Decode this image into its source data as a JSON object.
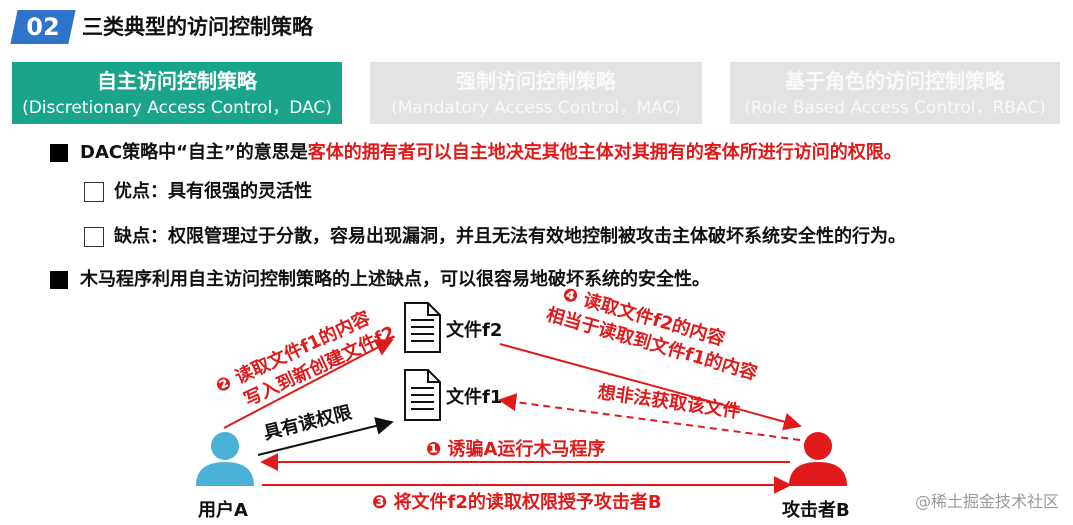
{
  "header": {
    "badge": "02",
    "title": "三类典型的访问控制策略"
  },
  "tabs": [
    {
      "zh": "自主访问控制策略",
      "en": "(Discretionary Access Control，DAC)",
      "active": true
    },
    {
      "zh": "强制访问控制策略",
      "en": "(Mandatory Access Control，MAC)",
      "active": false
    },
    {
      "zh": "基于角色的访问控制策略",
      "en": "(Role Based Access Control，RBAC)",
      "active": false
    }
  ],
  "bullets": {
    "b1_prefix": "DAC策略中“自主”的意思是",
    "b1_red": "客体的拥有者可以自主地决定其他主体对其拥有的客体所进行访问的权限。",
    "pro": "优点：具有很强的灵活性",
    "con": "缺点：权限管理过于分散，容易出现漏洞，并且无法有效地控制被攻击主体破坏系统安全性的行为。",
    "b2": "木马程序利用自主访问控制策略的上述缺点，可以很容易地破坏系统的安全性。"
  },
  "diagram": {
    "file_f2": "文件f2",
    "file_f1": "文件f1",
    "user_a": "用户A",
    "attacker_b": "攻击者B",
    "step2_line1": "❷ 读取文件f1的内容",
    "step2_line2": "写入到新创建文件f2",
    "read_perm": "具有读权限",
    "step4_line1": "❹ 读取文件f2的内容",
    "step4_line2": "相当于读取到文件f1的内容",
    "illegal": "想非法获取该文件",
    "step1": "❶ 诱骗A运行木马程序",
    "step3": "❸ 将文件f2的读取权限授予攻击者B",
    "colors": {
      "red": "#e01a1a",
      "user": "#4bb1d6",
      "attacker": "#e01a1a"
    }
  },
  "watermark": "@稀土掘金技术社区"
}
